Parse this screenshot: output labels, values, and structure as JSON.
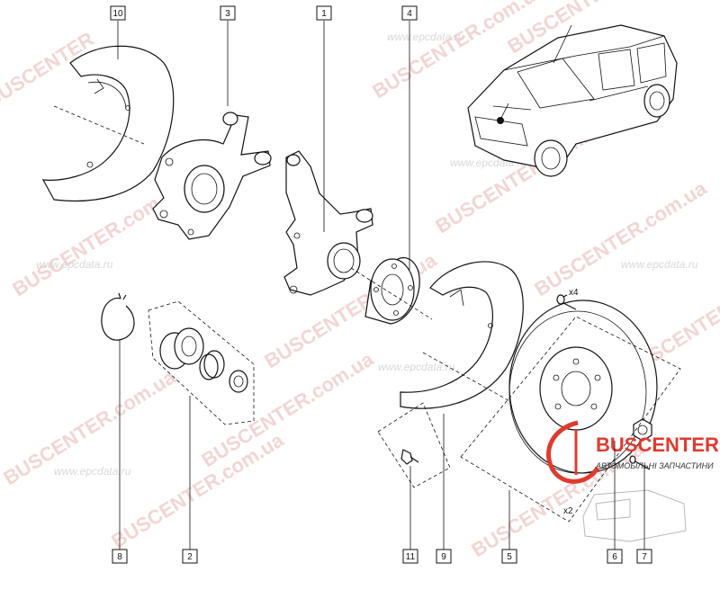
{
  "callouts": [
    {
      "id": "part-10",
      "label": "10"
    },
    {
      "id": "part-3",
      "label": "3"
    },
    {
      "id": "part-1",
      "label": "1"
    },
    {
      "id": "part-4",
      "label": "4"
    },
    {
      "id": "part-8",
      "label": "8"
    },
    {
      "id": "part-2",
      "label": "2"
    },
    {
      "id": "part-11",
      "label": "11"
    },
    {
      "id": "part-9",
      "label": "9"
    },
    {
      "id": "part-5",
      "label": "5"
    },
    {
      "id": "part-6",
      "label": "6"
    },
    {
      "id": "part-7",
      "label": "7"
    }
  ],
  "quantity_marks": {
    "screw": "x4",
    "disc": "x2"
  },
  "watermark": {
    "brand": "BUSCENTER",
    "domain": "BUSCENTER.com.ua",
    "site": "www.epcdata.ru"
  },
  "logo": {
    "name": "BUSCENTER",
    "tagline": "АВТОМОБІЛЬНІ ЗАПЧАСТИНИ",
    "accent_color": "#e03a2f"
  }
}
